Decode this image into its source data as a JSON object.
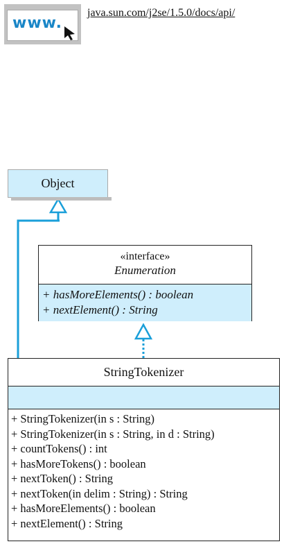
{
  "link": {
    "badge_text": "www.",
    "url": "java.sun.com/j2se/1.5.0/docs/api/",
    "icon": "cursor-arrow-icon",
    "accent_color": "#1a86c7"
  },
  "diagram": {
    "fill_color": "#cfeefc",
    "line_color": "#1a9fd9",
    "superclass": {
      "name": "Object"
    },
    "interface": {
      "stereotype": "«interface»",
      "name": "Enumeration",
      "operations": [
        "+ hasMoreElements() : boolean",
        "+ nextElement() : String"
      ]
    },
    "class": {
      "name": "StringTokenizer",
      "operations": [
        "+ StringTokenizer(in s : String)",
        "+ StringTokenizer(in s : String, in d : String)",
        "+ countTokens() : int",
        "+ hasMoreTokens() : boolean",
        "+ nextToken() : String",
        "+ nextToken(in delim : String) : String",
        "+ hasMoreElements() : boolean",
        "+ nextElement() : String"
      ]
    }
  }
}
